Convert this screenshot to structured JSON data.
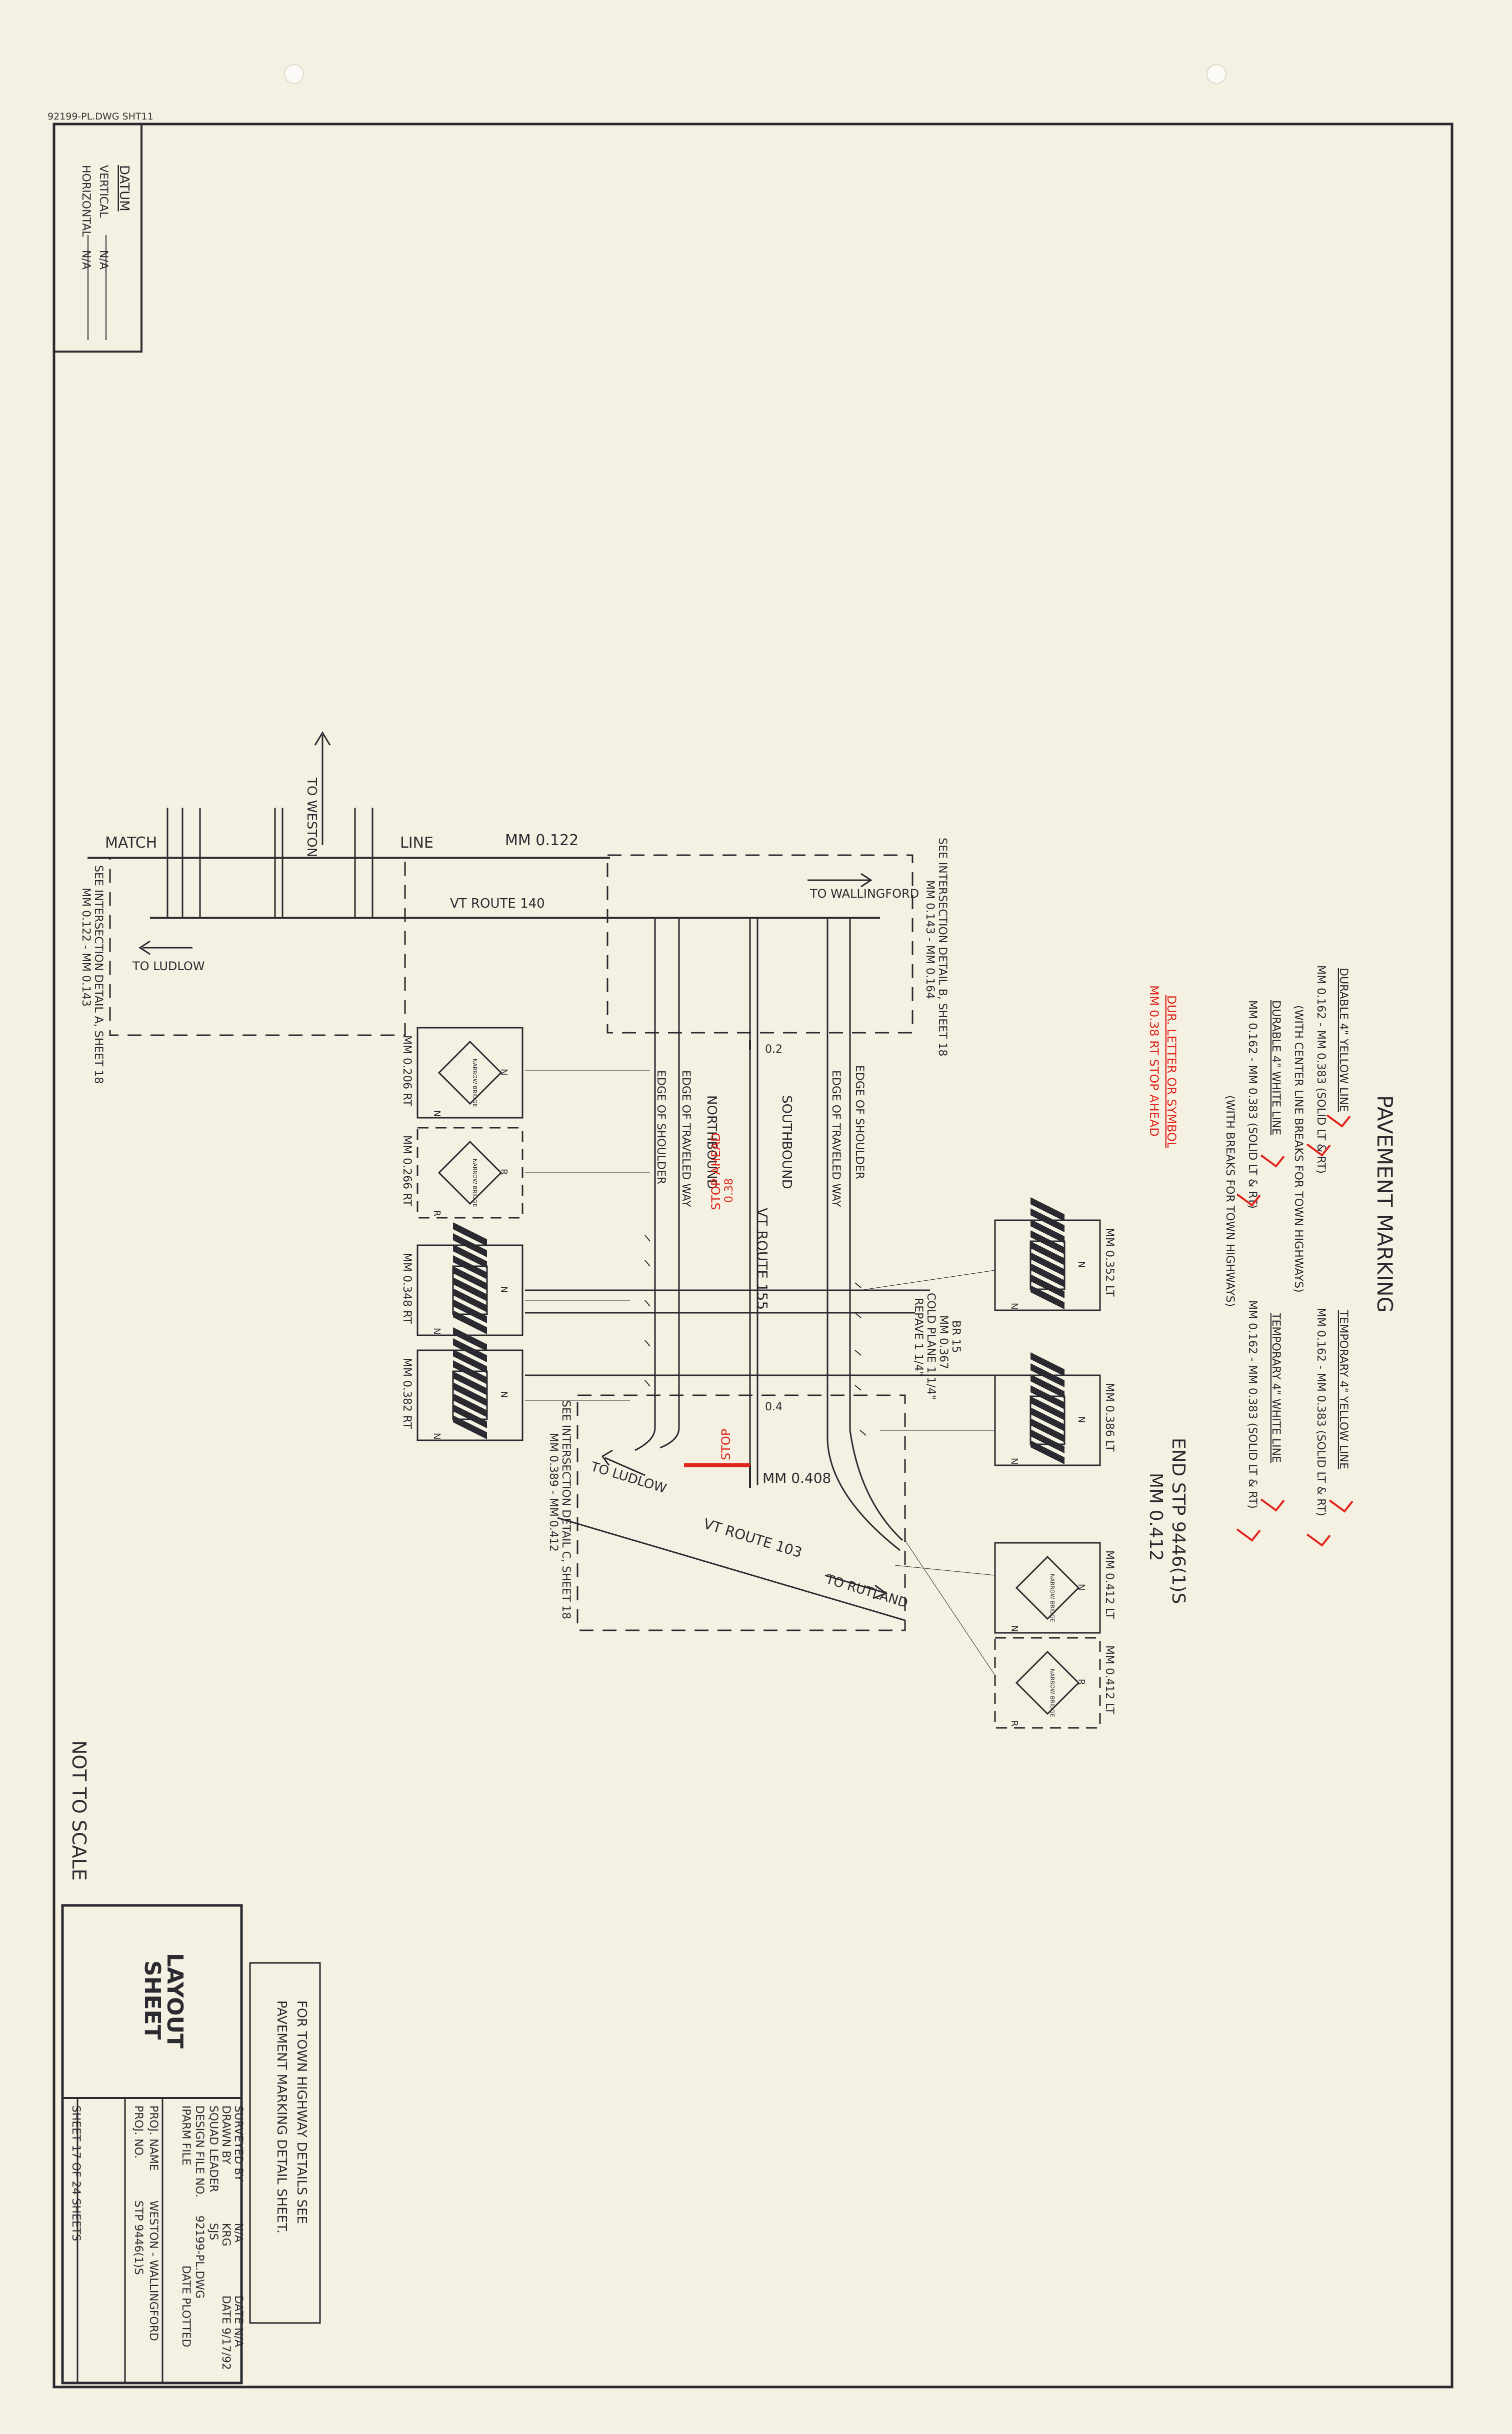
{
  "sheet": {
    "file_id": "92199-PL.DWG SHT11",
    "datum": {
      "title": "DATUM",
      "vertical_label": "VERTICAL",
      "vertical_value": "N/A",
      "horizontal_label": "HORIZONTAL",
      "horizontal_value": "N/A"
    },
    "not_to_scale": "NOT TO SCALE",
    "note_line1": "FOR TOWN HIGHWAY DETAILS SEE",
    "note_line2": "PAVEMENT MARKING DETAIL SHEET.",
    "title_block": {
      "title1": "LAYOUT",
      "title2": "SHEET",
      "surveyed_by": "SURVEYED BY",
      "surveyed_val": "N/A",
      "surveyed_date": "DATE   N/A",
      "drawn_by": "DRAWN BY",
      "drawn_val": "KRG",
      "drawn_date": "DATE  9/17/92",
      "squad_leader": "SQUAD LEADER",
      "squad_val": "SJS",
      "design_file": "DESIGN FILE NO.",
      "design_val": "92199-PL.DWG",
      "ipark_file": "IPARM FILE",
      "date_plotted": "DATE PLOTTED",
      "proj_name": "PROJ.   NAME",
      "proj_name_val": "WESTON - WALLINGFORD",
      "proj_no": "PROJ.   NO.",
      "proj_no_val": "STP 9446(1)S",
      "sheet_of": "SHEET  17  OF  24  SHEETS"
    }
  },
  "legend": {
    "title": "PAVEMENT MARKING",
    "durable_yellow": "DURABLE 4\" YELLOW LINE",
    "durable_yellow_range": "MM 0.162 - MM 0.383 (SOLID LT & RT)",
    "durable_yellow_note": "(WITH CENTER LINE BREAKS FOR TOWN HIGHWAYS)",
    "durable_white": "DURABLE 4\" WHITE LINE",
    "durable_white_range": "MM 0.162 - MM 0.383 (SOLID LT & RT)",
    "durable_white_note": "(WITH BREAKS FOR TOWN HIGHWAYS)",
    "temp_yellow": "TEMPORARY 4\" YELLOW LINE",
    "temp_yellow_range": "MM 0.162 - MM 0.383 (SOLID LT & RT)",
    "temp_white": "TEMPORARY 4\" WHITE LINE",
    "temp_white_range": "MM 0.162 - MM 0.383 (SOLID LT & RT)",
    "handwritten1": "DUR. LETTER OR SYMBOL",
    "handwritten2": "MM 0.38 RT   STOP AHEAD"
  },
  "plan": {
    "to_weston": "TO WESTON",
    "match": "MATCH",
    "line": "LINE",
    "mm_0122": "MM 0.122",
    "vt_route_140": "VT ROUTE 140",
    "to_ludlow_top": "TO LUDLOW",
    "to_wallingford": "TO WALLINGFORD",
    "detail_a1": "SEE INTERSECTION DETAIL A, SHEET 18",
    "detail_a2": "MM 0.122 - MM 0.143",
    "detail_b1": "SEE INTERSECTION DETAIL B, SHEET 18",
    "detail_b2": "MM 0.143 - MM 0.164",
    "detail_c1": "SEE INTERSECTION DETAIL C, SHEET 18",
    "detail_c2": "MM 0.389 - MM 0.412",
    "edge_shoulder": "EDGE OF SHOULDER",
    "edge_traveled": "EDGE OF TRAVELED WAY",
    "northbound": "NORTHBOUND",
    "southbound": "SOUTHBOUND",
    "vt_route_155": "VT ROUTE 155",
    "mark_02": "0.2",
    "mark_04": "0.4",
    "mm_0408": "MM 0.408",
    "vt_route_103": "VT ROUTE 103",
    "to_ludlow_bottom": "TO LUDLOW",
    "to_rutland": "TO RUTLAND",
    "br15_1": "BR 15",
    "br15_2": "MM 0.367",
    "br15_3": "COLD PLANE 1 1/4\"",
    "br15_4": "REPAVE 1 1/4\"",
    "end_stp": "END STP 9446(1)S",
    "end_mm": "MM 0.412",
    "red_stop_ahead": "STOP AHEAD",
    "red_mm": "0.38",
    "red_stop": "STOP"
  },
  "signs": {
    "left": [
      {
        "label": "MM 0.206 RT",
        "type": "NARROW BRIDGE"
      },
      {
        "label": "MM 0.266 RT",
        "type": "NARROW BRIDGE"
      },
      {
        "label": "MM 0.348 RT",
        "type": "OBJECT MARKER"
      },
      {
        "label": "MM 0.382 RT",
        "type": "OBJECT MARKER"
      }
    ],
    "right": [
      {
        "label": "MM 0.352 LT",
        "type": "OBJECT MARKER"
      },
      {
        "label": "MM 0.386 LT",
        "type": "OBJECT MARKER"
      },
      {
        "label": "MM 0.412 LT",
        "type": "NARROW BRIDGE"
      },
      {
        "label": "MM 0.412 LT",
        "type": "NARROW BRIDGE"
      }
    ],
    "narrow_bridge_text": "NARROW BRIDGE",
    "n_letter": "N",
    "r_letter": "R"
  }
}
